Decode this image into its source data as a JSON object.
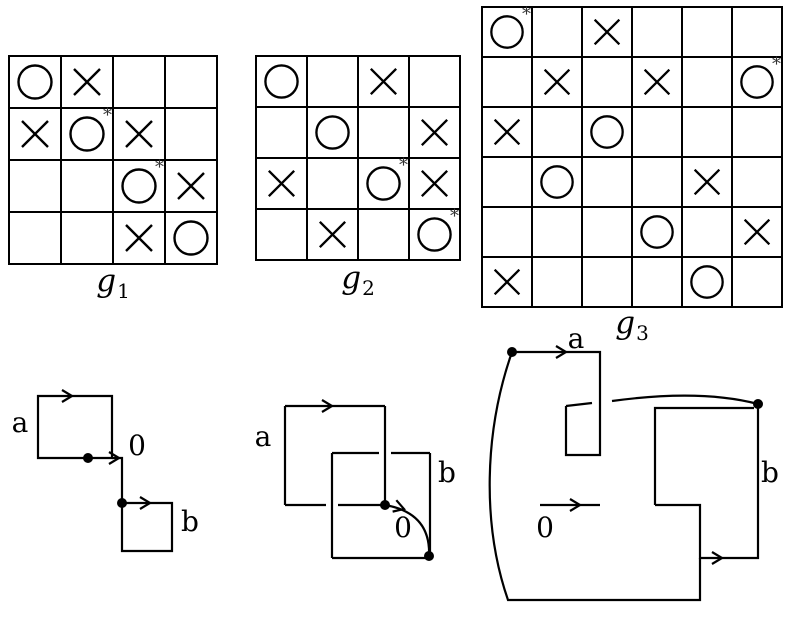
{
  "figure": {
    "star_char": "*",
    "colors": {
      "ink": "#000000",
      "background": "#ffffff",
      "star": "#333333"
    },
    "grids": [
      {
        "id": "g1",
        "label": "g",
        "sub": "1",
        "size": 4,
        "cells": [
          {
            "r": 0,
            "c": 0,
            "s": "O"
          },
          {
            "r": 0,
            "c": 1,
            "s": "X"
          },
          {
            "r": 1,
            "c": 0,
            "s": "X"
          },
          {
            "r": 1,
            "c": 1,
            "s": "O",
            "star": true
          },
          {
            "r": 1,
            "c": 2,
            "s": "X"
          },
          {
            "r": 2,
            "c": 2,
            "s": "O",
            "star": true
          },
          {
            "r": 2,
            "c": 3,
            "s": "X"
          },
          {
            "r": 3,
            "c": 2,
            "s": "X"
          },
          {
            "r": 3,
            "c": 3,
            "s": "O"
          }
        ]
      },
      {
        "id": "g2",
        "label": "g",
        "sub": "2",
        "size": 4,
        "cells": [
          {
            "r": 0,
            "c": 0,
            "s": "O"
          },
          {
            "r": 0,
            "c": 2,
            "s": "X"
          },
          {
            "r": 1,
            "c": 1,
            "s": "O"
          },
          {
            "r": 1,
            "c": 3,
            "s": "X"
          },
          {
            "r": 2,
            "c": 0,
            "s": "X"
          },
          {
            "r": 2,
            "c": 2,
            "s": "O",
            "star": true
          },
          {
            "r": 2,
            "c": 3,
            "s": "X"
          },
          {
            "r": 3,
            "c": 1,
            "s": "X"
          },
          {
            "r": 3,
            "c": 3,
            "s": "O",
            "star": true
          }
        ]
      },
      {
        "id": "g3",
        "label": "g",
        "sub": "3",
        "size": 6,
        "cells": [
          {
            "r": 0,
            "c": 0,
            "s": "O",
            "star": true
          },
          {
            "r": 0,
            "c": 2,
            "s": "X"
          },
          {
            "r": 1,
            "c": 1,
            "s": "X"
          },
          {
            "r": 1,
            "c": 3,
            "s": "X"
          },
          {
            "r": 1,
            "c": 5,
            "s": "O",
            "star": true
          },
          {
            "r": 2,
            "c": 0,
            "s": "X"
          },
          {
            "r": 2,
            "c": 2,
            "s": "O"
          },
          {
            "r": 3,
            "c": 1,
            "s": "O"
          },
          {
            "r": 3,
            "c": 4,
            "s": "X"
          },
          {
            "r": 4,
            "c": 3,
            "s": "O"
          },
          {
            "r": 4,
            "c": 5,
            "s": "X"
          },
          {
            "r": 5,
            "c": 0,
            "s": "X"
          },
          {
            "r": 5,
            "c": 4,
            "s": "O"
          }
        ]
      }
    ],
    "diagrams": [
      {
        "id": "d1",
        "labels": {
          "a": "a",
          "b": "b",
          "zero": "0"
        }
      },
      {
        "id": "d2",
        "labels": {
          "a": "a",
          "b": "b",
          "zero": "0"
        }
      },
      {
        "id": "d3",
        "labels": {
          "a": "a",
          "b": "b",
          "zero": "0"
        }
      }
    ]
  }
}
